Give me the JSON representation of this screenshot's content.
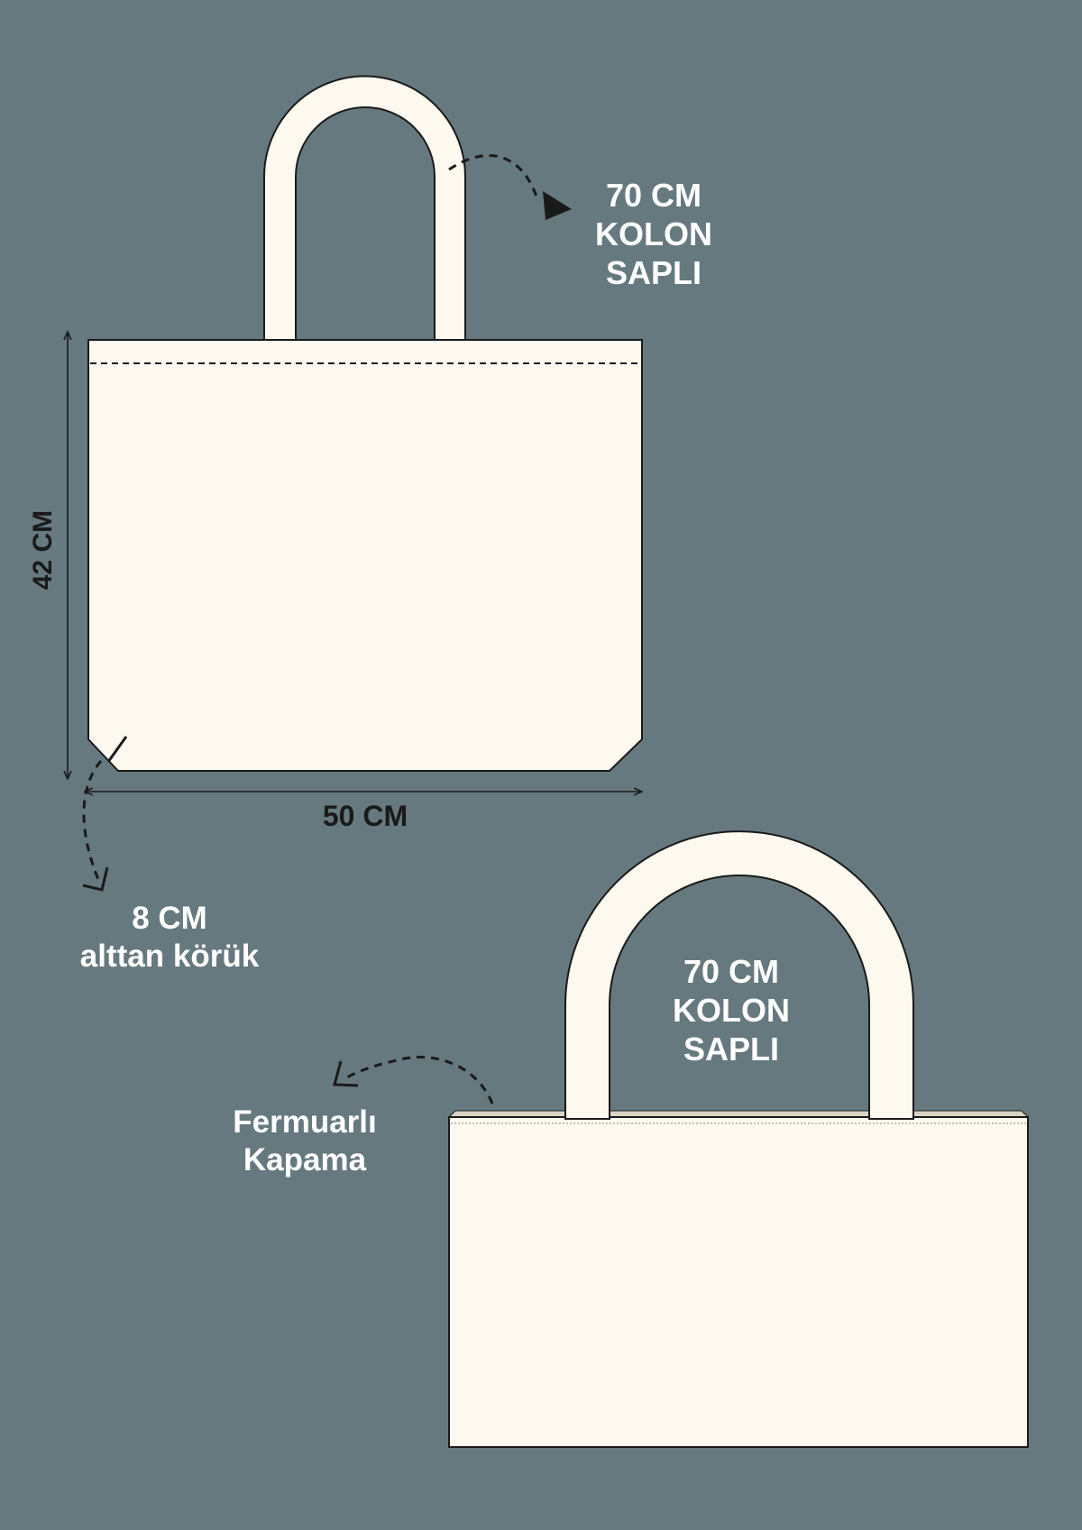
{
  "colors": {
    "background": "#66797f",
    "bag_fill": "#fdf9ef",
    "outline": "#1a1a1a",
    "zipper": "#d8d2c4",
    "label_light": "#ffffff",
    "label_dark": "#1a1a1a"
  },
  "icons": {
    "arrow": "dashed-curved-arrow-icon",
    "dimension": "double-arrow-dimension-icon"
  },
  "bag_top": {
    "handle_label": {
      "line1": "70 CM",
      "line2": "KOLON",
      "line3": "SAPLI"
    },
    "height_label": "42 CM",
    "width_label": "50 CM",
    "gusset_label": {
      "line1": "8 CM",
      "line2": "alttan körük"
    }
  },
  "bag_bottom": {
    "handle_label": {
      "line1": "70 CM",
      "line2": "KOLON",
      "line3": "SAPLI"
    },
    "zipper_label": {
      "line1": "Fermuarlı",
      "line2": "Kapama"
    }
  }
}
